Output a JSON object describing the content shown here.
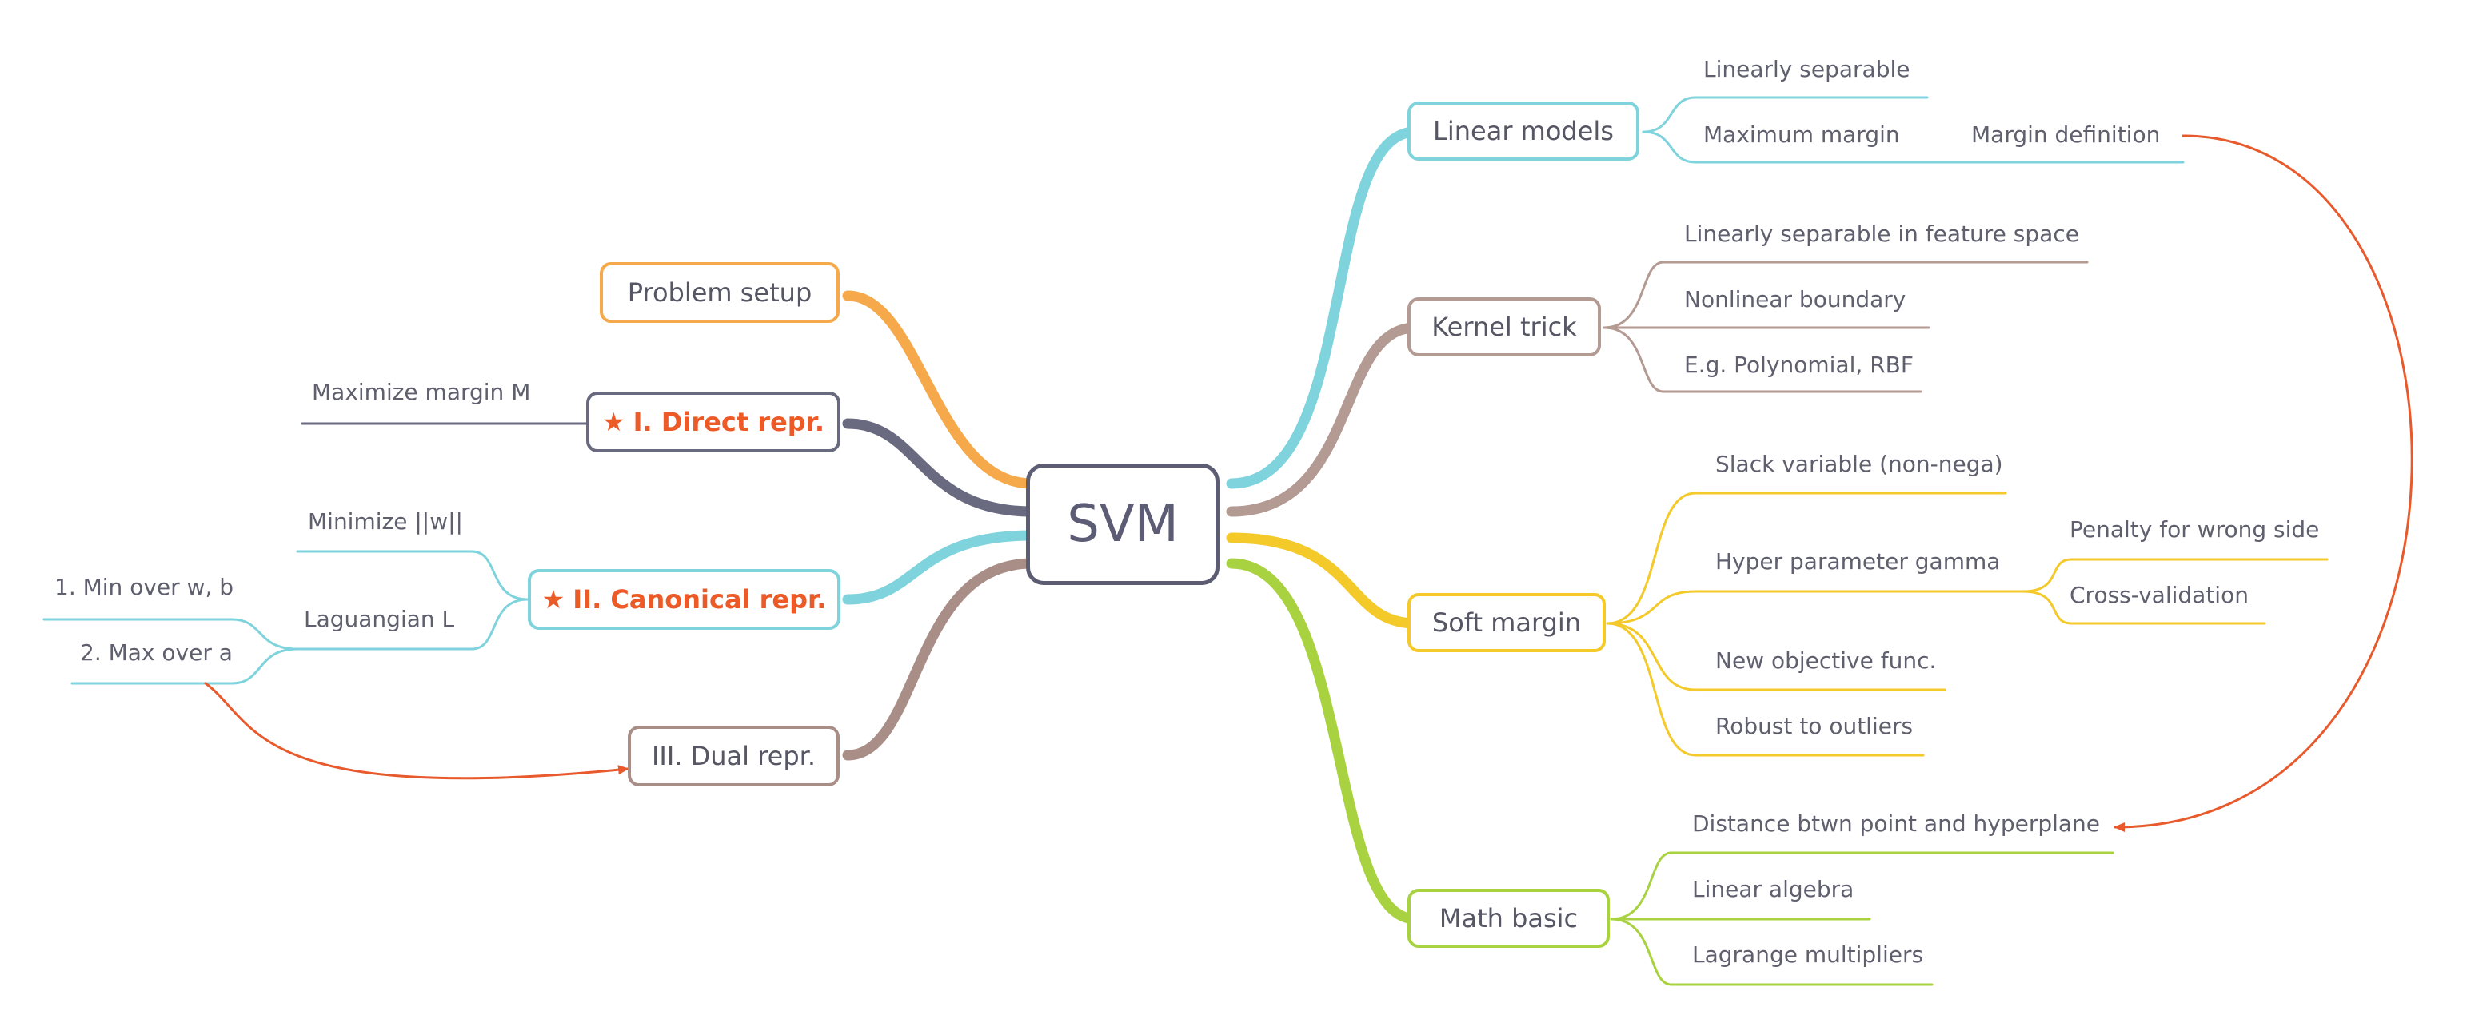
{
  "central": {
    "label": "SVM"
  },
  "colors": {
    "orange": "#f5a94a",
    "slate": "#696a80",
    "teal": "#7ed3dd",
    "mauve": "#b39a92",
    "brown": "#a88e86",
    "yellow": "#f4c92a",
    "green": "#a8d23f",
    "link": "#e85a2c",
    "text": "#5f5f6e"
  },
  "left": {
    "problem_setup": {
      "label": "Problem setup"
    },
    "direct_repr": {
      "label": "I. Direct repr.",
      "star": "★",
      "leaf": "Maximize margin M"
    },
    "canonical_repr": {
      "label": "II. Canonical repr.",
      "star": "★",
      "minimize": "Minimize ||w||",
      "lagrangian": "Laguangian L",
      "steps": [
        "1. Min over w, b",
        "2. Max over a"
      ]
    },
    "dual_repr": {
      "label": "III. Dual repr."
    }
  },
  "right": {
    "linear_models": {
      "label": "Linear models",
      "children": [
        "Linearly  separable",
        "Maximum margin"
      ],
      "margin_definition": "Margin definition"
    },
    "kernel_trick": {
      "label": "Kernel trick",
      "children": [
        "Linearly separable in feature space",
        "Nonlinear boundary",
        "E.g. Polynomial, RBF"
      ]
    },
    "soft_margin": {
      "label": "Soft margin",
      "children": [
        "Slack variable (non-nega)",
        "Hyper parameter gamma",
        "New objective func.",
        "Robust to outliers"
      ],
      "gamma_children": [
        "Penalty for wrong side",
        "Cross-validation"
      ]
    },
    "math_basic": {
      "label": "Math basic",
      "children": [
        "Distance btwn point and hyperplane",
        "Linear algebra",
        "Lagrange multipliers"
      ]
    }
  }
}
